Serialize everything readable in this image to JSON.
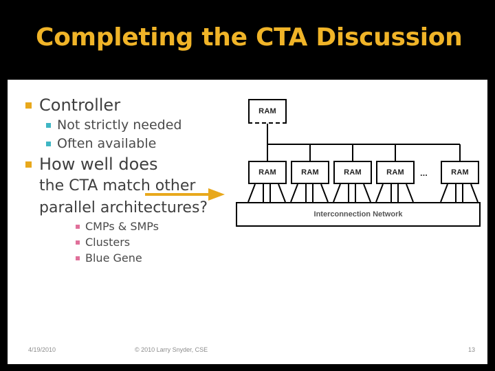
{
  "slide": {
    "title": "Completing the CTA Discussion",
    "title_color": "#F0B428",
    "band_color": "#000000",
    "card_color": "#FFFFFF"
  },
  "bullets": [
    {
      "level": 1,
      "text": "Controller",
      "marker": "orange-square",
      "marker_color": "#E8A81C"
    },
    {
      "level": 2,
      "text": "Not strictly needed",
      "marker": "teal-square",
      "marker_color": "#3FB6C4"
    },
    {
      "level": 2,
      "text": "Often available",
      "marker": "teal-square",
      "marker_color": "#3FB6C4"
    },
    {
      "level": 1,
      "text": "How well does",
      "marker": "orange-square",
      "marker_color": "#E8A81C"
    },
    {
      "level": 1,
      "text": "the CTA match other",
      "marker": "none",
      "marker_color": ""
    },
    {
      "level": 1,
      "text": "parallel architectures?",
      "marker": "none",
      "marker_color": ""
    },
    {
      "level": 3,
      "text": "CMPs & SMPs",
      "marker": "pink-square",
      "marker_color": "#E0709A"
    },
    {
      "level": 3,
      "text": "Clusters",
      "marker": "pink-square",
      "marker_color": "#E0709A"
    },
    {
      "level": 3,
      "text": "Blue Gene",
      "marker": "pink-square",
      "marker_color": "#E0709A"
    }
  ],
  "arrow": {
    "name": "controller-arrow",
    "color": "#E8A81C"
  },
  "diagram": {
    "controller_label": "RAM",
    "node_labels": [
      "RAM",
      "RAM",
      "RAM",
      "RAM",
      "RAM"
    ],
    "ellipsis": "...",
    "network_label": "Interconnection Network",
    "legs_per_node": 4,
    "line_color": "#000000",
    "controller_edge_style": "dashed-bottom"
  },
  "footer": {
    "date": "4/19/2010",
    "copyright": "© 2010 Larry Snyder, CSE",
    "page_number": "13"
  }
}
